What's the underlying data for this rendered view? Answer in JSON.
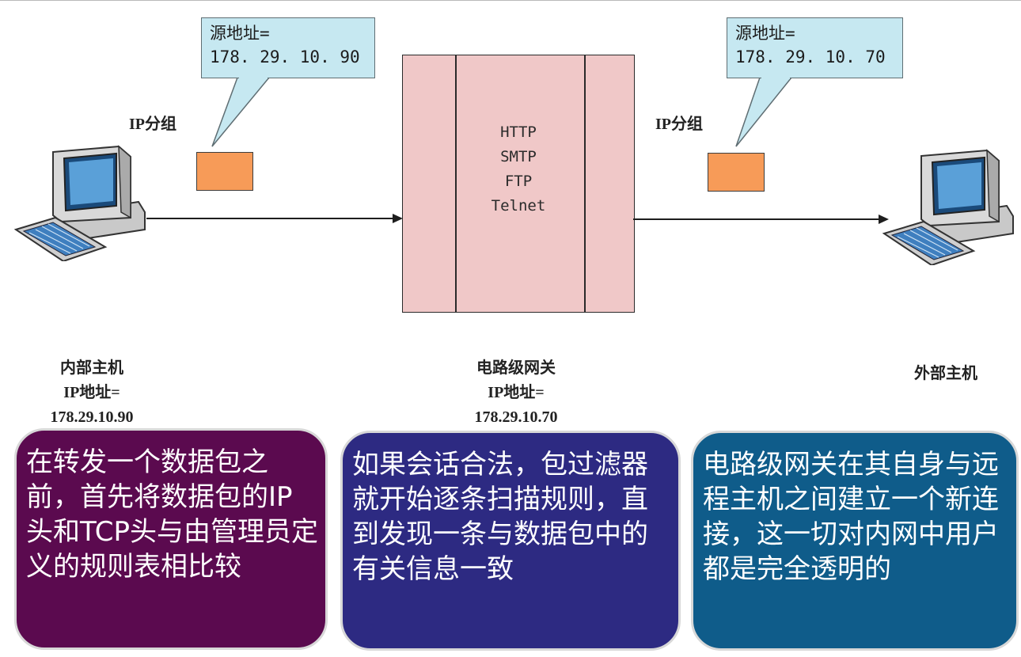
{
  "left_callout": {
    "line1": "源地址=",
    "line2": "178. 29. 10. 90"
  },
  "right_callout": {
    "line1": "源地址=",
    "line2": "178. 29. 10. 70"
  },
  "left_packet_label": "IP分组",
  "right_packet_label": "IP分组",
  "gateway_protocols": [
    "HTTP",
    "SMTP",
    "FTP",
    "Telnet"
  ],
  "internal_host": {
    "name": "内部主机",
    "ip_label": "IP地址=",
    "ip": "178.29.10.90"
  },
  "gateway_host": {
    "name": "电路级网关",
    "ip_label": "IP地址=",
    "ip": "178.29.10.70"
  },
  "external_host": {
    "name": "外部主机"
  },
  "boxes": [
    {
      "text": "在转发一个数据包之前，首先将数据包的IP头和TCP头与由管理员定义的规则表相比较",
      "color": "#5b0a4f"
    },
    {
      "text": "如果会话合法，包过滤器就开始逐条扫描规则，直到发现一条与数据包中的有关信息一致",
      "color": "#2d2a82"
    },
    {
      "text": "电路级网关在其自身与远程主机之间建立一个新连接，这一切对内网中用户都是完全透明的",
      "color": "#0f5c8a"
    }
  ],
  "icons": {
    "left_host": "computer-icon",
    "right_host": "computer-icon"
  }
}
